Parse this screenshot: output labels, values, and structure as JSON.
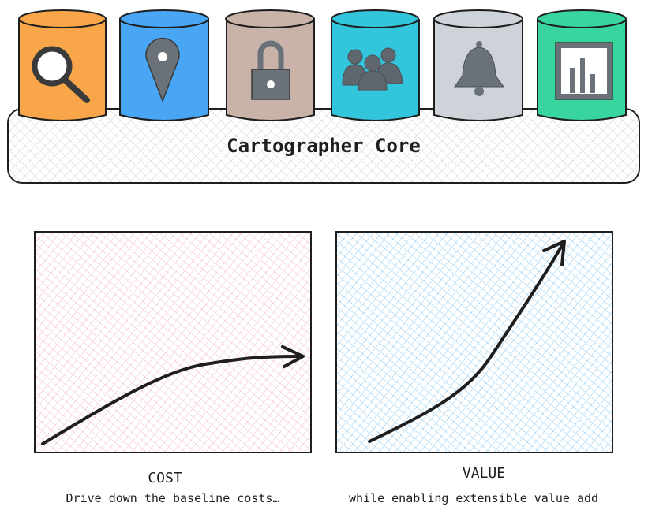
{
  "platform": {
    "label": "Cartographer Core",
    "modules": [
      {
        "icon": "magnifier-icon",
        "color": "#f8a649"
      },
      {
        "icon": "map-pin-icon",
        "color": "#48a6f5"
      },
      {
        "icon": "padlock-icon",
        "color": "#c9b2a7"
      },
      {
        "icon": "users-icon",
        "color": "#33c5dc"
      },
      {
        "icon": "bell-icon",
        "color": "#ced3da"
      },
      {
        "icon": "bar-chart-icon",
        "color": "#38d69e"
      }
    ]
  },
  "panels": {
    "cost": {
      "title": "COST",
      "subtitle": "Drive down the baseline costs…",
      "hatch_color": "#f2b9bd"
    },
    "value": {
      "title": "VALUE",
      "subtitle": "while enabling extensible value add",
      "hatch_color": "#8fc8f0"
    }
  }
}
